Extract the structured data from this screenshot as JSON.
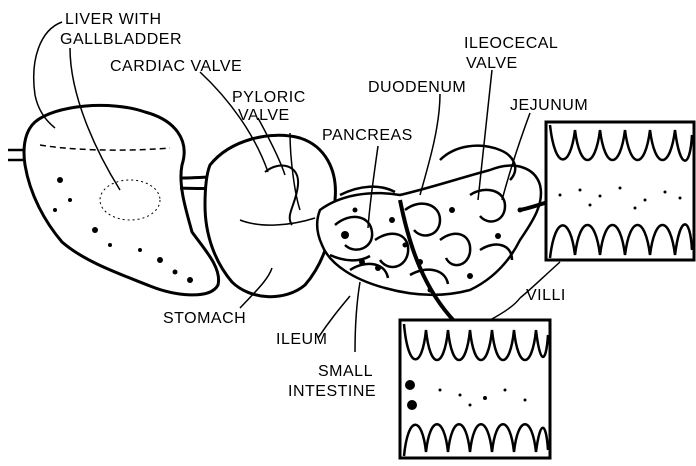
{
  "labels": {
    "liver_line1": "LIVER WITH",
    "liver_line2": "GALLBLADDER",
    "cardiac_valve": "CARDIAC VALVE",
    "pyloric_line1": "PYLORIC",
    "pyloric_line2": "VALVE",
    "duodenum": "DUODENUM",
    "ileocecal_line1": "ILEOCECAL",
    "ileocecal_line2": "VALVE",
    "jejunum": "JEJUNUM",
    "pancreas": "PANCREAS",
    "stomach": "STOMACH",
    "ileum": "ILEUM",
    "small_intestine_line1": "SMALL",
    "small_intestine_line2": "INTESTINE",
    "villi": "VILLI"
  },
  "colors": {
    "ink": "#000000",
    "paper": "#ffffff"
  }
}
